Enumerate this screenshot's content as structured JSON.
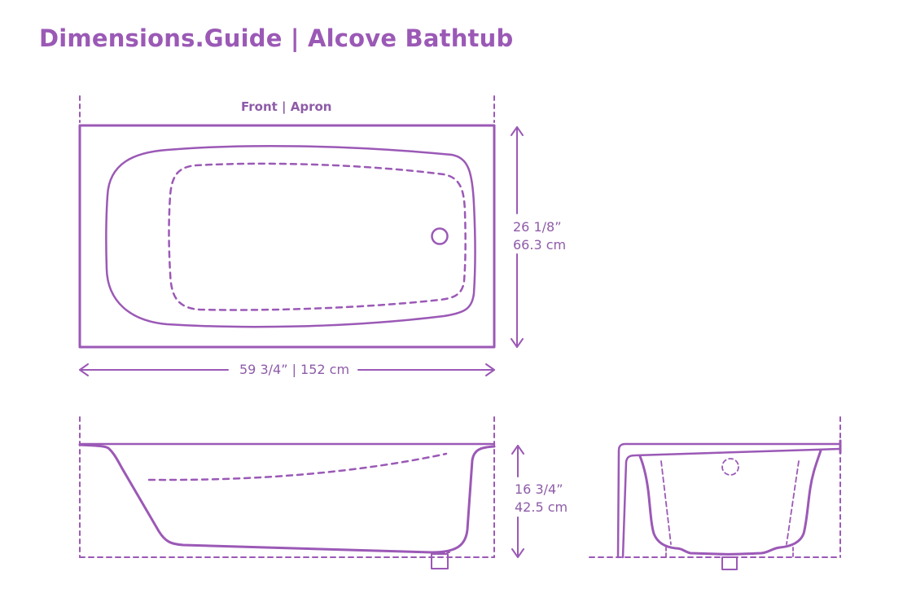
{
  "title": "Dimensions.Guide | Alcove Bathtub",
  "colors": {
    "accent": "#9b59b6",
    "text": "#8e5ca8",
    "line": "#9b59b6"
  },
  "views": {
    "top": {
      "label": "Front | Apron",
      "height_in": "26 1/8”",
      "height_cm": "66.3 cm",
      "width": "59 3/4” | 152 cm"
    },
    "side": {
      "height_in": "16 3/4”",
      "height_cm": "42.5 cm"
    },
    "end": {}
  }
}
